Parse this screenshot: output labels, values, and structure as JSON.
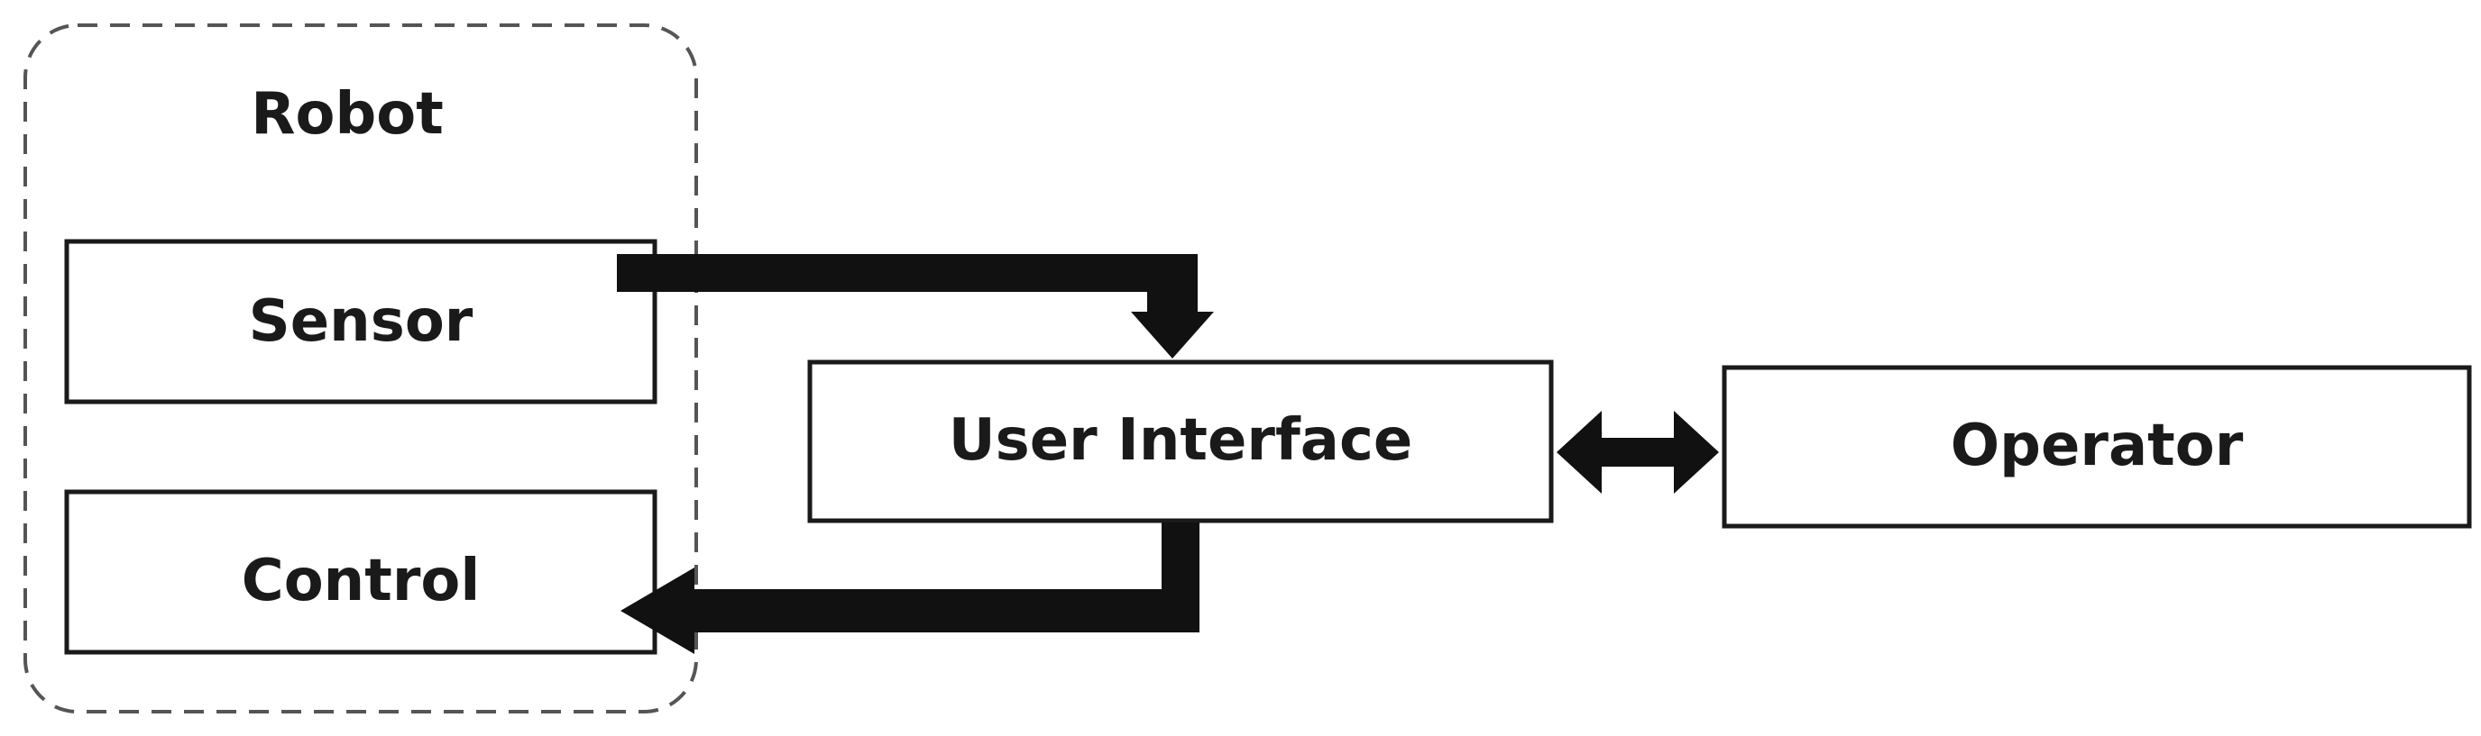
{
  "diagram": {
    "group": {
      "label": "Robot"
    },
    "nodes": {
      "sensor": "Sensor",
      "control": "Control",
      "user_interface": "User Interface",
      "operator": "Operator"
    },
    "edges": [
      {
        "from": "Sensor",
        "to": "User Interface",
        "direction": "one-way"
      },
      {
        "from": "User Interface",
        "to": "Control",
        "direction": "one-way"
      },
      {
        "from": "User Interface",
        "to": "Operator",
        "direction": "two-way"
      }
    ],
    "colors": {
      "stroke": "#1a1a1a",
      "arrow_fill": "#111111",
      "group_border": "#555555",
      "background": "#ffffff"
    }
  }
}
